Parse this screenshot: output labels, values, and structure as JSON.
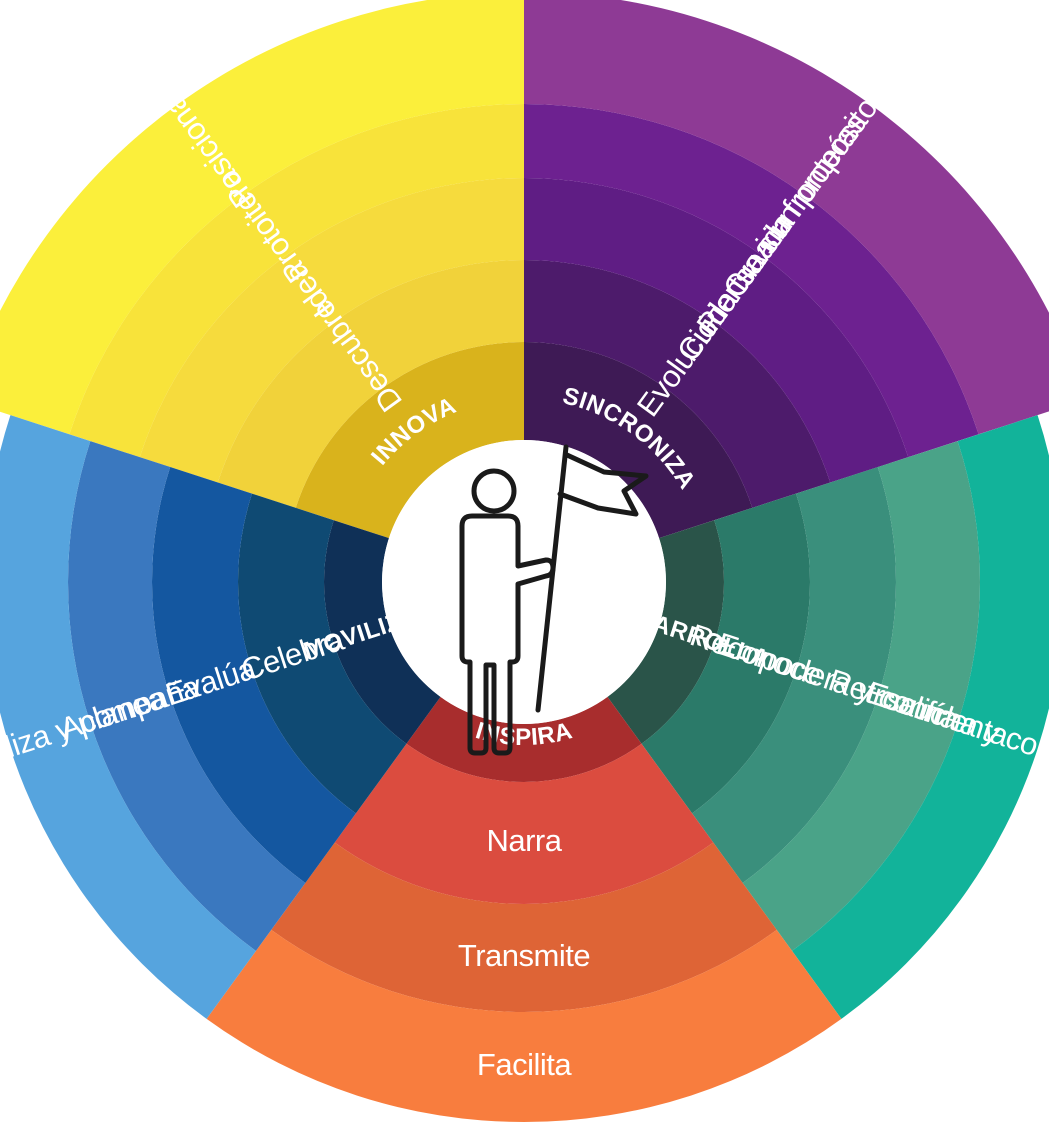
{
  "center_icon": "person-holding-flag-icon",
  "sectors": [
    {
      "id": "innova",
      "core": "INNOVA",
      "labels": [
        "Descubre",
        "Idea",
        "Protoitera",
        "Posiciona"
      ],
      "colors": [
        "#d9b31c",
        "#f1d23a",
        "#f6db3d",
        "#f8e33a",
        "#fbef3b"
      ]
    },
    {
      "id": "sincroniza",
      "core": "SINCRONIZA",
      "labels": [
        "Evoluciona",
        "Cuida tu vida",
        "Piensa sin fronteras",
        "Crea un propósito y legado"
      ],
      "colors": [
        "#3e1a55",
        "#4d1b6b",
        "#5f1d84",
        "#6d2190",
        "#8e3a95"
      ]
    },
    {
      "id": "desarrolla",
      "core": "DESARROLLA",
      "labels": [
        "Reconoce",
        "Empodera y confía",
        "Retroalimenta",
        "Escucha y comunica"
      ],
      "colors": [
        "#2a5449",
        "#2b7a69",
        "#3a8f7c",
        "#4aa388",
        "#12b39a"
      ]
    },
    {
      "id": "inspira",
      "core": "INSPIRA",
      "labels": [
        "Narra",
        "Transmite",
        "Facilita"
      ],
      "colors": [
        "#a82d2d",
        "#db4c3f",
        "#de6436",
        "#f87d3e"
      ]
    },
    {
      "id": "moviliza",
      "core": "MOVILIZA",
      "labels": [
        "Celebra",
        "Evalúa",
        "Acompaña",
        "Visualiza y planea"
      ],
      "colors": [
        "#0f3057",
        "#0f4a73",
        "#1457a0",
        "#3a78bf",
        "#56a4de"
      ]
    }
  ]
}
